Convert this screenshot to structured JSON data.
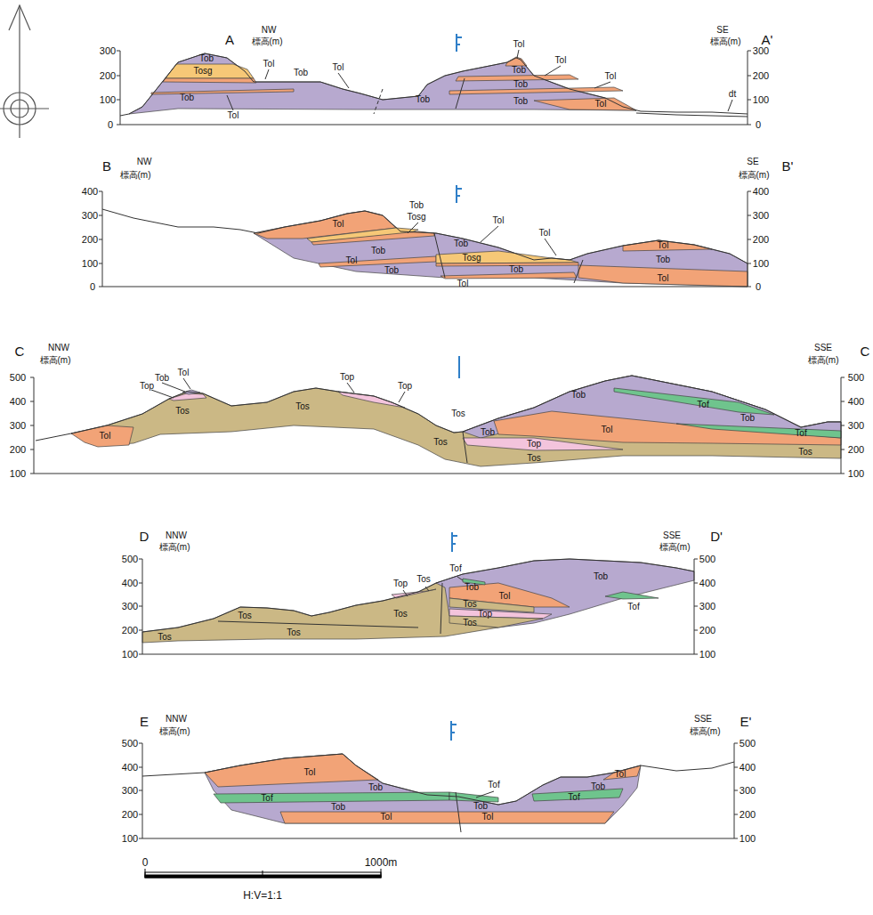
{
  "diagram": {
    "labels": [
      "A",
      "NW",
      "標高(m)",
      "300",
      "200",
      "100",
      "0",
      "SE",
      "標高(m)",
      "300",
      "200",
      "100",
      "0",
      "A'",
      "Tob",
      "Tosg",
      "Tol",
      "Tob",
      "Tol",
      "Tob",
      "Tol",
      "Tob",
      "Tol",
      "Tob",
      "Tol",
      "Tob",
      "Tol",
      "Tob",
      "Tol",
      "dt",
      "B",
      "NW",
      "標高(m)",
      "400",
      "300",
      "200",
      "100",
      "0",
      "SE",
      "標高(m)",
      "B'",
      "400",
      "300",
      "200",
      "100",
      "0",
      "Tob",
      "Tosg",
      "Tol",
      "Tol",
      "Tob",
      "Tob",
      "Tol",
      "Tol",
      "Tosg",
      "Tob",
      "Tob",
      "Tol",
      "Tol",
      "Tob",
      "Tol",
      "C",
      "NNW",
      "標高(m)",
      "500",
      "400",
      "300",
      "200",
      "100",
      "SSE",
      "標高(m)",
      "C",
      "500",
      "400",
      "300",
      "200",
      "100",
      "Tob",
      "Tol",
      "Top",
      "Tol",
      "Tos",
      "Tos",
      "Top",
      "Top",
      "Tos",
      "Tos",
      "Tob",
      "Tof",
      "Tob",
      "Tol",
      "Tof",
      "Tob",
      "Top",
      "Tos",
      "Tos",
      "D",
      "NNW",
      "標高(m)",
      "500",
      "400",
      "300",
      "200",
      "100",
      "SSE",
      "標高(m)",
      "D'",
      "500",
      "400",
      "300",
      "200",
      "100",
      "Tos",
      "Tos",
      "Tos",
      "Tos",
      "Top",
      "Tos",
      "Tof",
      "Tob",
      "Tol",
      "Tos",
      "Top",
      "Tos",
      "Tob",
      "Tof",
      "E",
      "NNW",
      "標高(m)",
      "500",
      "400",
      "300",
      "200",
      "100",
      "SSE",
      "標高(m)",
      "E'",
      "500",
      "400",
      "300",
      "200",
      "100",
      "Tol",
      "Tob",
      "Tof",
      "Tob",
      "Tol",
      "Tof",
      "Tob",
      "Tol",
      "Tob",
      "Tol",
      "Tof",
      "0",
      "1000m",
      "H:V=1:1"
    ]
  }
}
